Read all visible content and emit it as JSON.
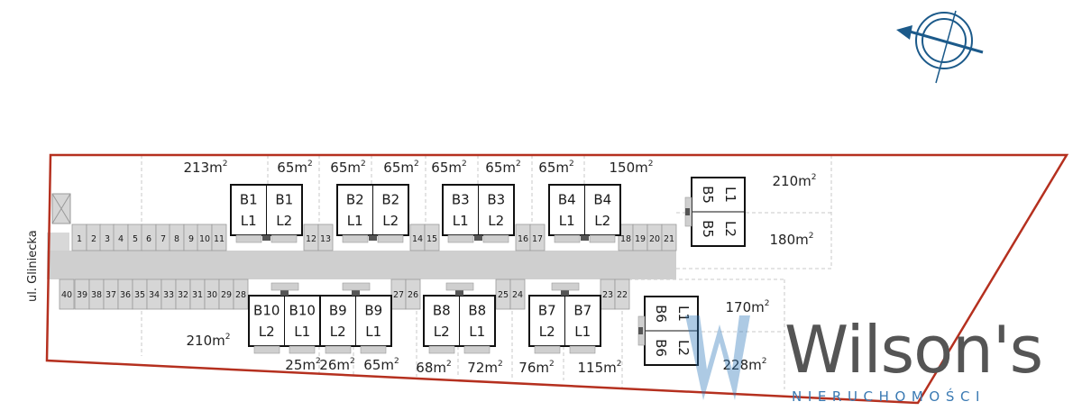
{
  "street_label": "ul. Gliniecka",
  "brand": {
    "name": "Wilson's",
    "sub": "NIERUCHOMOŚCI",
    "color": "#4a4a4a"
  },
  "colors": {
    "boundary": "#b5301f",
    "road": "#cfcfcf",
    "slot": "#d6d6d6",
    "compass": "#1c5a8a"
  },
  "compass": {
    "icon": "compass-north-arrow-icon"
  },
  "parking_top": [
    "1",
    "2",
    "3",
    "4",
    "5",
    "6",
    "7",
    "8",
    "9",
    "10",
    "11",
    "12",
    "13",
    "14",
    "15",
    "16",
    "17",
    "18",
    "19",
    "20",
    "21"
  ],
  "parking_bottom": [
    "40",
    "39",
    "38",
    "37",
    "36",
    "35",
    "34",
    "33",
    "32",
    "31",
    "30",
    "29",
    "28",
    "27",
    "26",
    "25",
    "24",
    "23",
    "22"
  ],
  "areas_top": [
    "213m2",
    "65m2",
    "65m2",
    "65m2",
    "65m2",
    "65m2",
    "65m2",
    "150m2"
  ],
  "areas_right": [
    "210m2",
    "180m2",
    "170m2",
    "228m2"
  ],
  "areas_bottom": [
    "210m2",
    "25m2",
    "26m2",
    "65m2",
    "68m2",
    "72m2",
    "76m2",
    "115m2"
  ],
  "buildings_top": [
    {
      "a": "B1",
      "b": "B1",
      "la": "L1",
      "lb": "L2"
    },
    {
      "a": "B2",
      "b": "B2",
      "la": "L1",
      "lb": "L2"
    },
    {
      "a": "B3",
      "b": "B3",
      "la": "L1",
      "lb": "L2"
    },
    {
      "a": "B4",
      "b": "B4",
      "la": "L1",
      "lb": "L2"
    }
  ],
  "buildings_bottom": [
    {
      "a": "B10",
      "b": "B10",
      "la": "L2",
      "lb": "L1"
    },
    {
      "a": "B9",
      "b": "B9",
      "la": "L2",
      "lb": "L1"
    },
    {
      "a": "B8",
      "b": "B8",
      "la": "L2",
      "lb": "L1"
    },
    {
      "a": "B7",
      "b": "B7",
      "la": "L2",
      "lb": "L1"
    }
  ],
  "building_b5": {
    "a": "B5",
    "la": "L1",
    "b": "B5",
    "lb": "L2"
  },
  "building_b6": {
    "a": "B6",
    "la": "L1",
    "b": "B6",
    "lb": "L2"
  }
}
